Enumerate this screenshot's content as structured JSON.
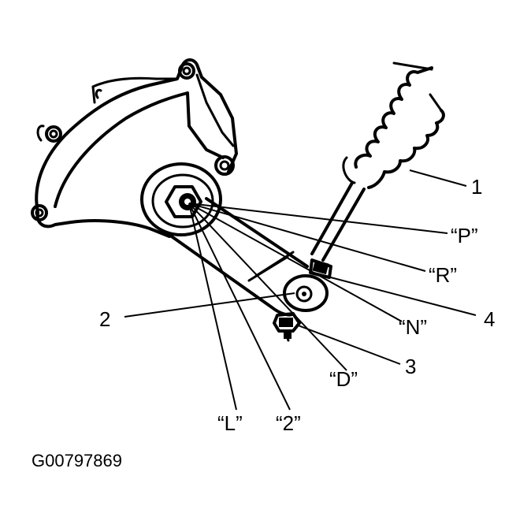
{
  "diagram": {
    "figure_code": "G00797869",
    "callouts": {
      "c1": "1",
      "cP": "“P”",
      "cR": "“R”",
      "c4": "4",
      "cN": "“N”",
      "c2": "2",
      "c3": "3",
      "cD": "“D”",
      "cL": "“L”",
      "c2pos": "“2”"
    }
  }
}
